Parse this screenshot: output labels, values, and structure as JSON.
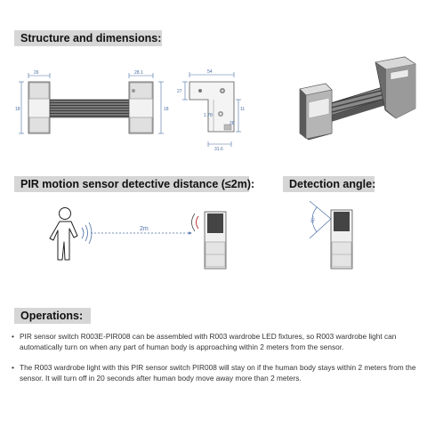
{
  "sections": {
    "structure_title": "Structure and dimensions:",
    "pir_title": "PIR motion sensor detective distance (≤2m):",
    "angle_title": "Detection angle:",
    "operations_title": "Operations:"
  },
  "dimensions": {
    "front_left_width": "26",
    "front_right_width": "28.1",
    "front_left_height": "18",
    "front_right_height": "18",
    "side_top": "54",
    "side_left": "27",
    "side_mid": "1.78",
    "side_right": "11",
    "side_lower": "28",
    "side_bottom": "31.6"
  },
  "distance_label": "2m",
  "angle_label": "90°",
  "operations": [
    "PIR sensor switch R003E-PIR008 can be assembled with R003 wardrobe LED fixtures, so R003 wardrobe light can automatically turn on when any part of human body is approaching within 2 meters from the sensor.",
    "The R003 wardrobe light with this PIR sensor switch PIR008 will stay on if the human body stays within 2 meters from the sensor. It will turn off in 20 seconds after human body move away more than 2 meters."
  ]
}
